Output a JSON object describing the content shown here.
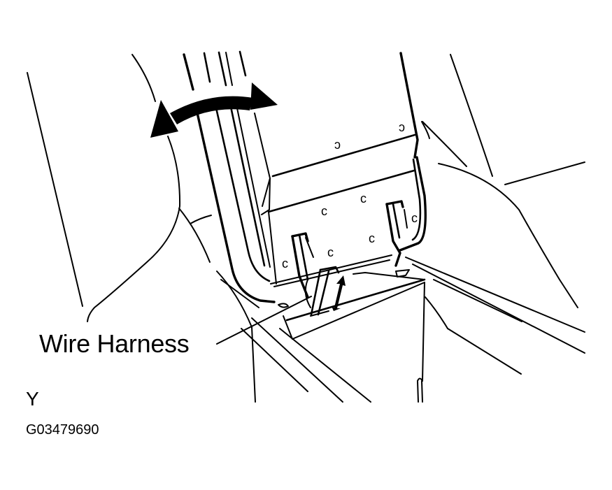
{
  "figure": {
    "callouts": [
      {
        "label": "Wire Harness",
        "target": "wire-harness"
      }
    ],
    "view_label": "Y",
    "figure_id": "G03479690",
    "symbols": [
      {
        "name": "rotation-double-arrow",
        "meaning": "armrest/lid pivots back and forth"
      },
      {
        "name": "small-double-arrow",
        "meaning": "wire harness connector movement"
      }
    ],
    "colors": {
      "ink": "#000000",
      "paper": "#ffffff"
    }
  }
}
